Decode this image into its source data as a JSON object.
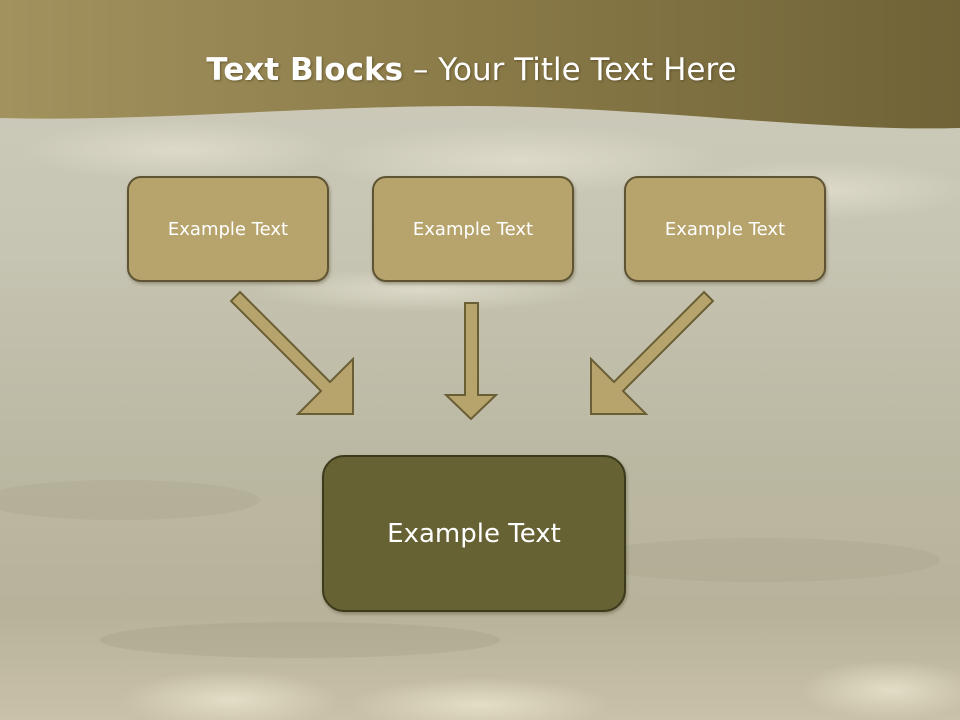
{
  "title": {
    "bold": "Text Blocks",
    "dash": "–",
    "rest": "Your Title Text Here"
  },
  "boxes": [
    {
      "label": "Example Text"
    },
    {
      "label": "Example Text"
    },
    {
      "label": "Example Text"
    }
  ],
  "main_box": {
    "label": "Example Text"
  },
  "colors": {
    "banner": "#8f7f4c",
    "box_fill": "#b7a46c",
    "box_border": "#5e5433",
    "main_fill": "#666234",
    "arrow_fill": "#b7a46c"
  }
}
